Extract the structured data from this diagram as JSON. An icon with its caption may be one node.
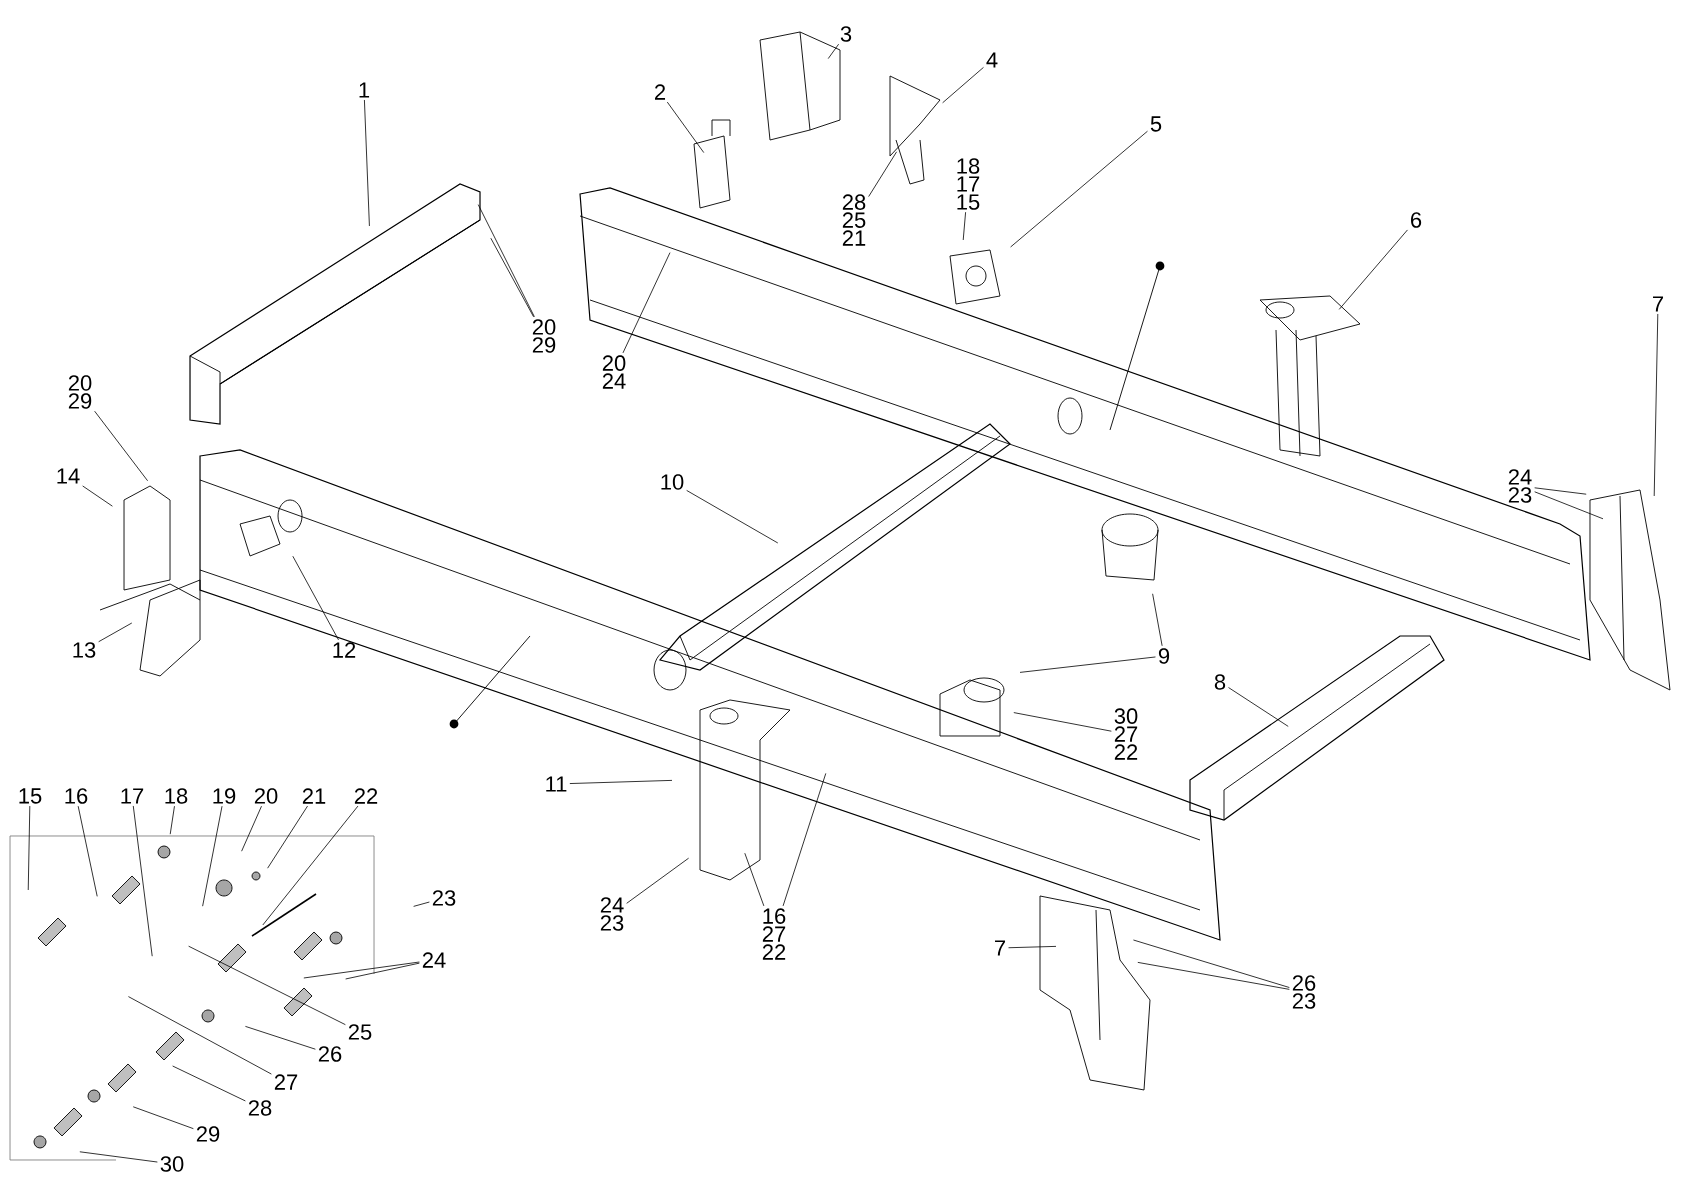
{
  "diagram": {
    "nodes": [
      {
        "text": [
          "1"
        ]
      },
      {
        "text": [
          "2"
        ]
      },
      {
        "text": [
          "3"
        ]
      },
      {
        "text": [
          "4"
        ]
      },
      {
        "text": [
          "28",
          "25",
          "21"
        ]
      },
      {
        "text": [
          "18",
          "17",
          "15"
        ]
      },
      {
        "text": [
          "5"
        ]
      },
      {
        "text": [
          "20",
          "24"
        ]
      },
      {
        "text": [
          "20",
          "29"
        ]
      },
      {
        "text": [
          "6"
        ]
      },
      {
        "text": [
          "7"
        ]
      },
      {
        "text": [
          "24",
          "23"
        ]
      },
      {
        "text": [
          "20",
          "29"
        ]
      },
      {
        "text": [
          "14"
        ]
      },
      {
        "text": [
          "13"
        ]
      },
      {
        "text": [
          "12"
        ]
      },
      {
        "text": [
          "10"
        ]
      },
      {
        "text": [
          "9"
        ]
      },
      {
        "text": [
          "30",
          "27",
          "22"
        ]
      },
      {
        "text": [
          "8"
        ]
      },
      {
        "text": [
          "11"
        ]
      },
      {
        "text": [
          "24",
          "23"
        ]
      },
      {
        "text": [
          "16",
          "27",
          "22"
        ]
      },
      {
        "text": [
          "7"
        ]
      },
      {
        "text": [
          "26",
          "23"
        ]
      },
      {
        "text": [
          "15"
        ]
      },
      {
        "text": [
          "16"
        ]
      },
      {
        "text": [
          "17"
        ]
      },
      {
        "text": [
          "18"
        ]
      },
      {
        "text": [
          "19"
        ]
      },
      {
        "text": [
          "20"
        ]
      },
      {
        "text": [
          "21"
        ]
      },
      {
        "text": [
          "22"
        ]
      },
      {
        "text": [
          "23"
        ]
      },
      {
        "text": [
          "24"
        ]
      },
      {
        "text": [
          "25"
        ]
      },
      {
        "text": [
          "26"
        ]
      },
      {
        "text": [
          "27"
        ]
      },
      {
        "text": [
          "28"
        ]
      },
      {
        "text": [
          "29"
        ]
      },
      {
        "text": [
          "30"
        ]
      }
    ],
    "edges": [
      {
        "from": 0,
        "to": null,
        "arrow": "none"
      },
      {
        "from": 1,
        "to": null,
        "arrow": "none"
      },
      {
        "from": 2,
        "to": null,
        "arrow": "none"
      },
      {
        "from": 3,
        "to": null,
        "arrow": "none"
      },
      {
        "from": 4,
        "to": null,
        "arrow": "none"
      },
      {
        "from": 5,
        "to": null,
        "arrow": "none"
      },
      {
        "from": 6,
        "to": null,
        "arrow": "none"
      },
      {
        "from": 7,
        "to": null,
        "arrow": "none"
      },
      {
        "from": 8,
        "to": null,
        "arrow": "none"
      },
      {
        "from": 8,
        "to": null,
        "arrow": "none"
      },
      {
        "from": 9,
        "to": null,
        "arrow": "none"
      },
      {
        "from": 10,
        "to": null,
        "arrow": "none"
      },
      {
        "from": 11,
        "to": null,
        "arrow": "none"
      },
      {
        "from": 11,
        "to": null,
        "arrow": "none"
      },
      {
        "from": 12,
        "to": null,
        "arrow": "none"
      },
      {
        "from": 13,
        "to": null,
        "arrow": "none"
      },
      {
        "from": 14,
        "to": null,
        "arrow": "none"
      },
      {
        "from": 15,
        "to": null,
        "arrow": "none"
      },
      {
        "from": 16,
        "to": null,
        "arrow": "none"
      },
      {
        "from": 17,
        "to": null,
        "arrow": "none"
      },
      {
        "from": 17,
        "to": null,
        "arrow": "none"
      },
      {
        "from": 18,
        "to": null,
        "arrow": "none"
      },
      {
        "from": 19,
        "to": null,
        "arrow": "none"
      },
      {
        "from": 20,
        "to": null,
        "arrow": "none"
      },
      {
        "from": 21,
        "to": null,
        "arrow": "none"
      },
      {
        "from": 22,
        "to": null,
        "arrow": "none"
      },
      {
        "from": 22,
        "to": null,
        "arrow": "none"
      },
      {
        "from": 23,
        "to": null,
        "arrow": "none"
      },
      {
        "from": 24,
        "to": null,
        "arrow": "none"
      },
      {
        "from": 24,
        "to": null,
        "arrow": "none"
      },
      {
        "from": 25,
        "to": null,
        "arrow": "none"
      },
      {
        "from": 26,
        "to": null,
        "arrow": "none"
      },
      {
        "from": 27,
        "to": null,
        "arrow": "none"
      },
      {
        "from": 28,
        "to": null,
        "arrow": "none"
      },
      {
        "from": 29,
        "to": null,
        "arrow": "none"
      },
      {
        "from": 30,
        "to": null,
        "arrow": "none"
      },
      {
        "from": 31,
        "to": null,
        "arrow": "none"
      },
      {
        "from": 32,
        "to": null,
        "arrow": "none"
      },
      {
        "from": 33,
        "to": null,
        "arrow": "none"
      },
      {
        "from": 34,
        "to": null,
        "arrow": "none"
      },
      {
        "from": 34,
        "to": null,
        "arrow": "none"
      },
      {
        "from": 35,
        "to": null,
        "arrow": "none"
      },
      {
        "from": 36,
        "to": null,
        "arrow": "none"
      },
      {
        "from": 37,
        "to": null,
        "arrow": "none"
      },
      {
        "from": 38,
        "to": null,
        "arrow": "none"
      },
      {
        "from": 39,
        "to": null,
        "arrow": "none"
      },
      {
        "from": 40,
        "to": null,
        "arrow": "none"
      }
    ]
  }
}
